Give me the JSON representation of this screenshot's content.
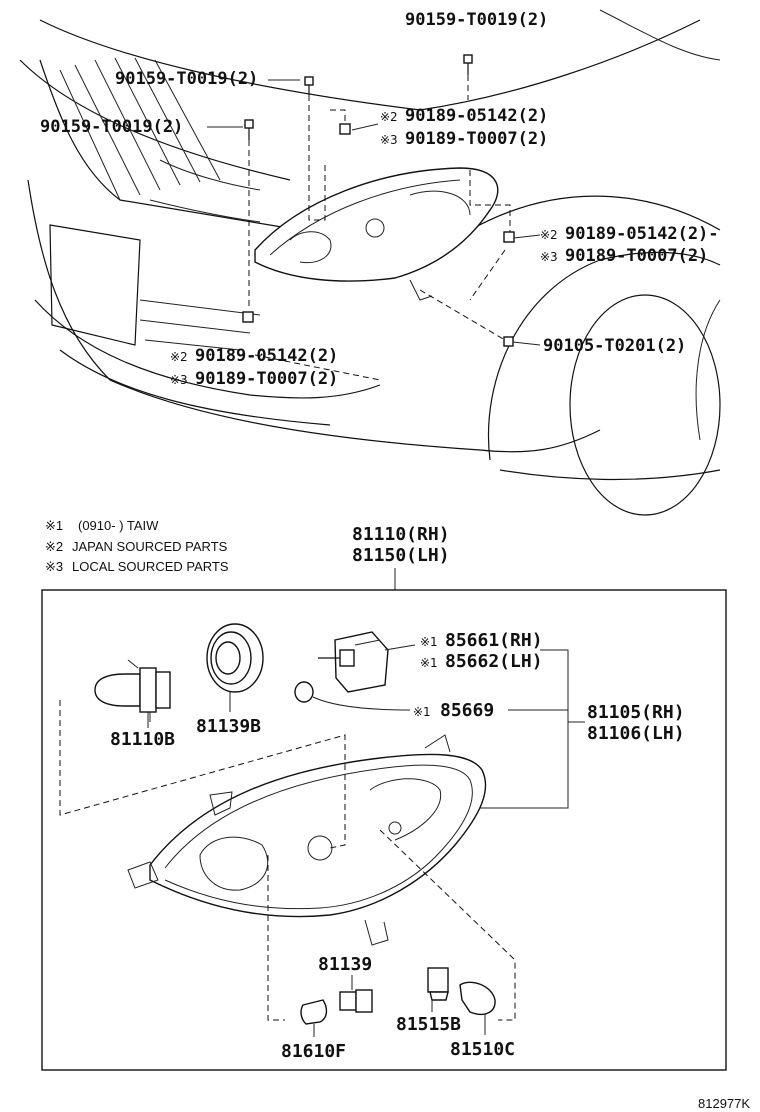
{
  "top": {
    "fasteners": [
      {
        "id": "a",
        "code": "90159-T0019(2)"
      },
      {
        "id": "b",
        "code": "90159-T0019(2)"
      },
      {
        "id": "c",
        "code": "90159-T0019(2)"
      },
      {
        "id": "d",
        "mark": "※2",
        "code": "90189-05142(2)"
      },
      {
        "id": "e",
        "mark": "※3",
        "code": "90189-T0007(2)"
      },
      {
        "id": "f",
        "mark": "※2",
        "code": "90189-05142(2)-"
      },
      {
        "id": "g",
        "mark": "※3",
        "code": "90189-T0007(2)"
      },
      {
        "id": "h",
        "code": "90105-T0201(2)"
      },
      {
        "id": "i",
        "mark": "※2",
        "code": "90189-05142(2)"
      },
      {
        "id": "j",
        "mark": "※3",
        "code": "90189-T0007(2)"
      }
    ]
  },
  "notes": [
    {
      "mark": "※1",
      "text": "(0910-       ) TAIW"
    },
    {
      "mark": "※2",
      "text": "JAPAN SOURCED PARTS"
    },
    {
      "mark": "※3",
      "text": "LOCAL SOURCED PARTS"
    }
  ],
  "assembly": {
    "rh": "81110(RH)",
    "lh": "81150(LH)"
  },
  "parts": {
    "bulb_h4": "81110B",
    "socket_cover": "81139B",
    "leveling_rh_mark": "※1",
    "leveling_rh": "85661(RH)",
    "leveling_lh_mark": "※1",
    "leveling_lh": "85662(LH)",
    "oring_mark": "※1",
    "oring": "85669",
    "unit_rh": "81105(RH)",
    "unit_lh": "81106(LH)",
    "socket": "81139",
    "bulb_small": "81610F",
    "socket_turn": "81515B",
    "bulb_turn": "81510C"
  },
  "ref_code": "812977K"
}
